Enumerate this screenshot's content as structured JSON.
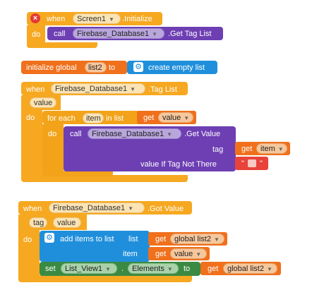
{
  "block1": {
    "when": "when",
    "component": "Screen1",
    "event": ".Initialize",
    "do": "do",
    "call": "call",
    "call_component": "Firebase_Database1",
    "method": ".Get Tag List"
  },
  "block2": {
    "label": "initialize global",
    "var_name": "list2",
    "to": "to",
    "value": "create empty list"
  },
  "block3": {
    "when": "when",
    "component": "Firebase_Database1",
    "event": ".Tag List",
    "param": "value",
    "do": "do",
    "foreach": "for each",
    "item": "item",
    "inlist": "in list",
    "get": "get",
    "get_var": "value",
    "do2": "do",
    "call": "call",
    "call_component": "Firebase_Database1",
    "method": ".Get Value",
    "tag_label": "tag",
    "tag_get": "get",
    "tag_var": "item",
    "vitnt": "value If Tag Not There",
    "quote_open": "\"",
    "quote_close": "\""
  },
  "block4": {
    "when": "when",
    "component": "Firebase_Database1",
    "event": ".Got Value",
    "param_tag": "tag",
    "param_value": "value",
    "do": "do",
    "add": "add items to list",
    "list_label": "list",
    "list_get": "get",
    "list_var": "global list2",
    "item_label": "item",
    "item_get": "get",
    "item_var": "value",
    "set": "set",
    "set_component": "List_View1",
    "dot": ".",
    "set_prop": "Elements",
    "to": "to",
    "to_get": "get",
    "to_var": "global list2"
  },
  "colors": {
    "event": "#f6a821",
    "call": "#6d3fb3",
    "list": "#1f8fdc",
    "variable": "#f0701c",
    "set": "#3b8a43",
    "text": "#e8433a"
  }
}
